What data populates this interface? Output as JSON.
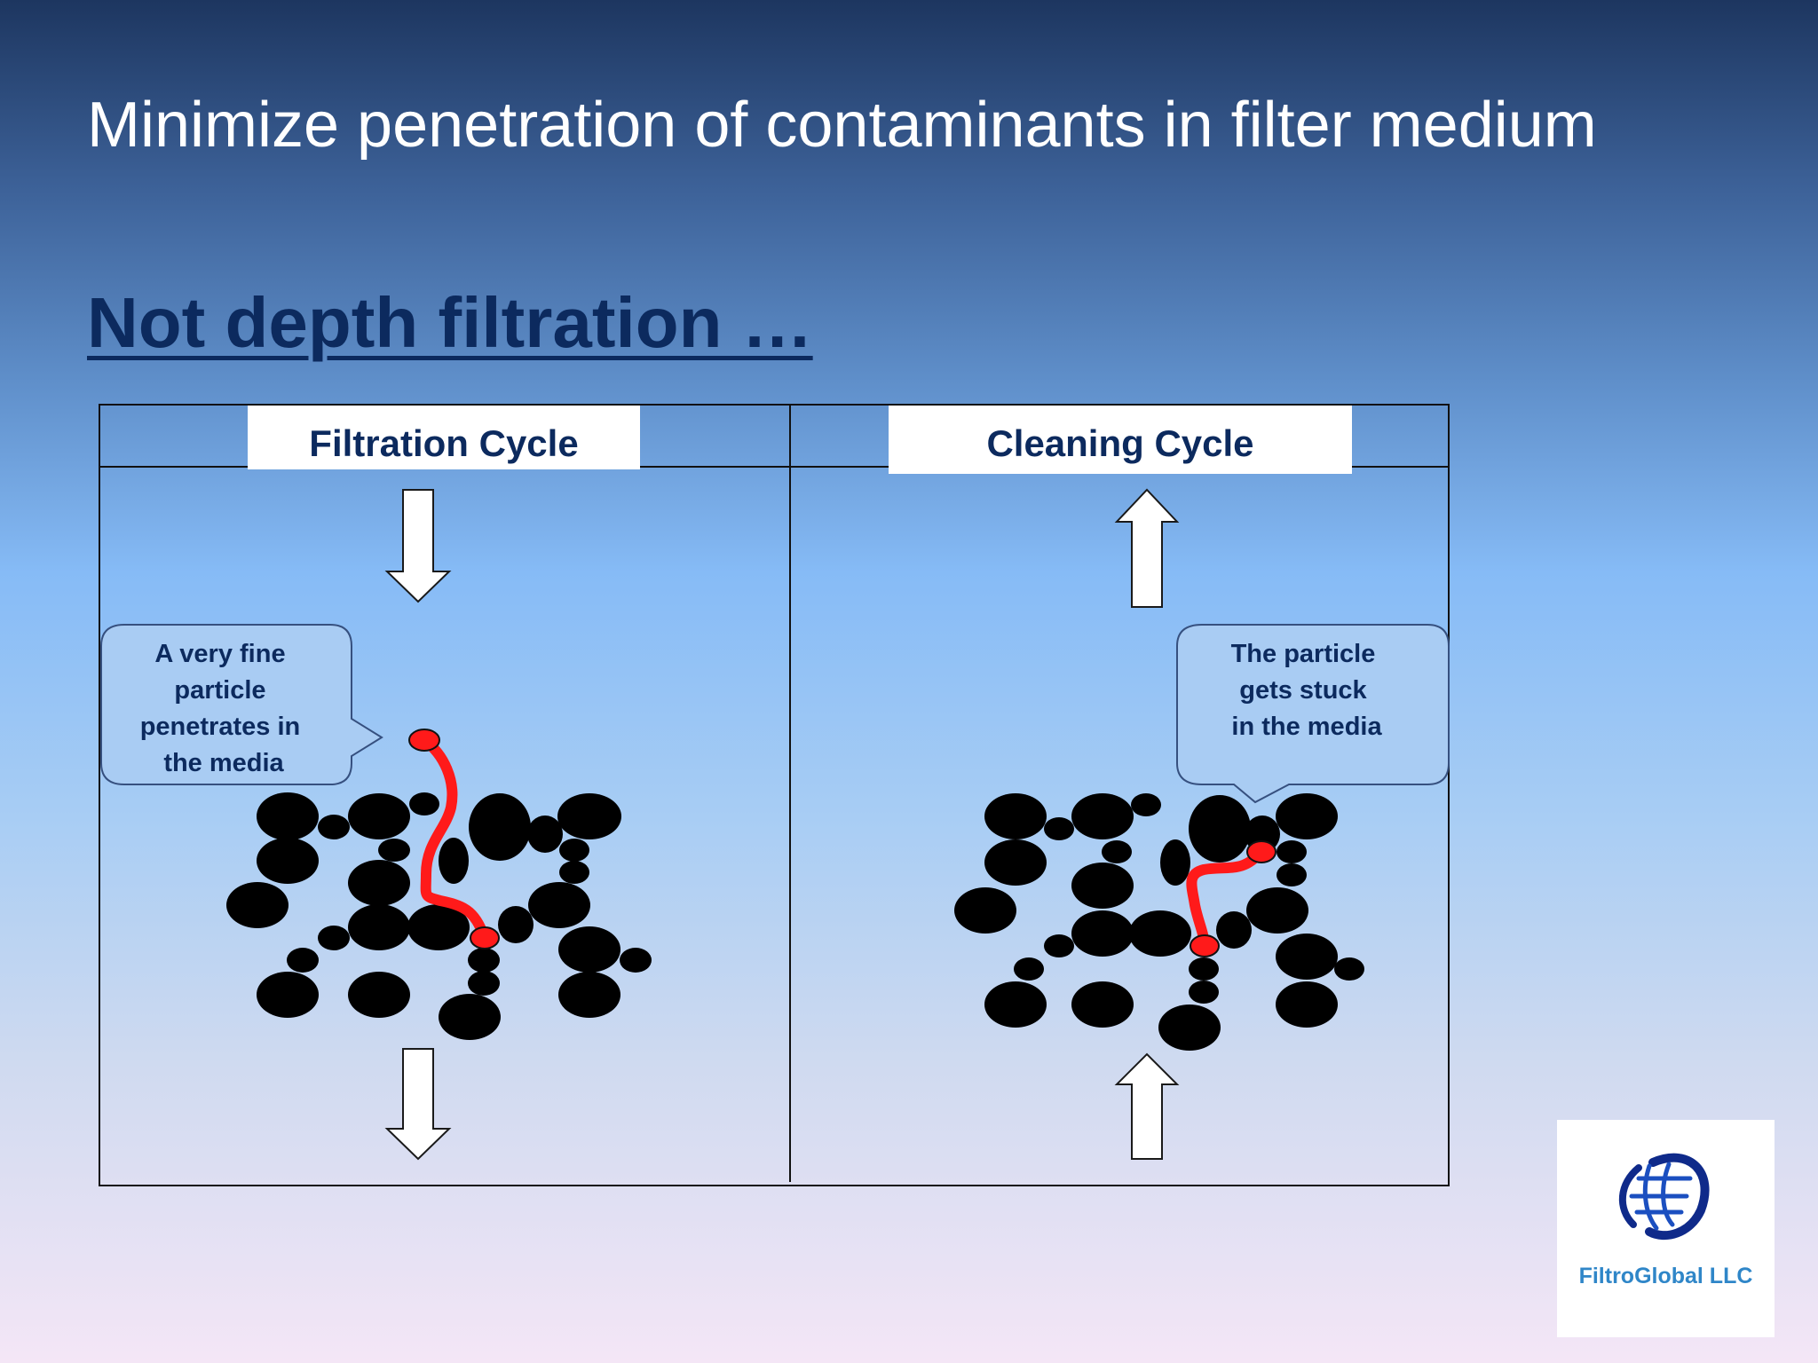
{
  "slide": {
    "title": "Minimize penetration of contaminants in filter medium",
    "subtitle": "Not depth filtration …"
  },
  "panels": {
    "left": {
      "title": "Filtration Cycle",
      "callout": [
        "A very fine",
        "particle",
        "penetrates in",
        "the media"
      ]
    },
    "right": {
      "title": "Cleaning Cycle",
      "callout": [
        "The particle",
        "gets stuck",
        "in the media"
      ]
    }
  },
  "logo": {
    "text": "FiltroGlobal LLC",
    "icon": "globe-icon"
  },
  "colors": {
    "particle": "#ff1a1a",
    "media": "#000000",
    "title_text": "#0c2a5e",
    "logo_text": "#2f86c8"
  }
}
